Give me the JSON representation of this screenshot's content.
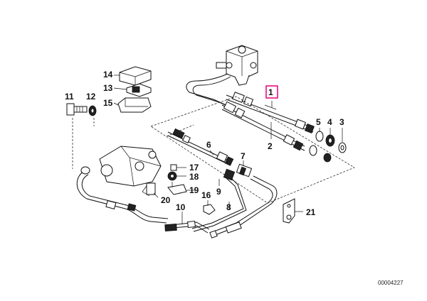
{
  "callouts": {
    "c1": "1",
    "c2": "2",
    "c3": "3",
    "c4": "4",
    "c5": "5",
    "c6": "6",
    "c7": "7",
    "c8": "8",
    "c9": "9",
    "c10": "10",
    "c11": "11",
    "c12": "12",
    "c13": "13",
    "c14": "14",
    "c15": "15",
    "c16": "16",
    "c17": "17",
    "c18": "18",
    "c19": "19",
    "c20": "20",
    "c21": "21"
  },
  "selected_callout": "1",
  "highlight_color": "#e6007e",
  "diagram_number": "00004227"
}
